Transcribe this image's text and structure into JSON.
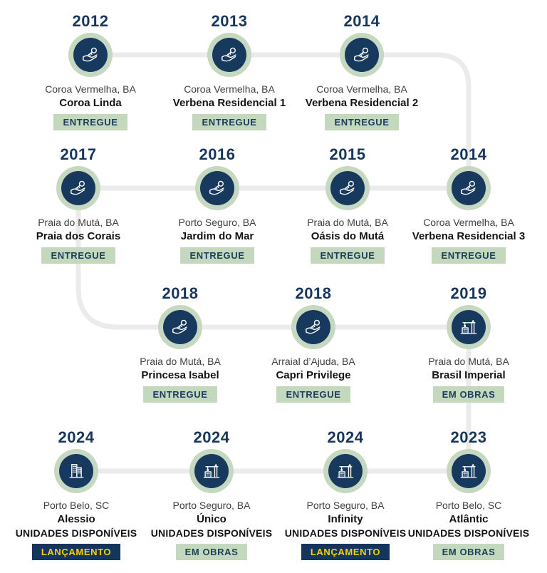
{
  "colors": {
    "navy": "#17365d",
    "circle_ring_sage": "#c7d8c1",
    "circle_fill_navy": "#17395e",
    "badge_green_bg": "#c3d8bc",
    "badge_green_text": "#1c3e5c",
    "badge_navy_bg": "#14365c",
    "badge_yellow_text": "#f4d10c",
    "connector_gray": "#ebebeb",
    "location_text": "#3f3f3f",
    "name_text": "#141414",
    "background": "#ffffff"
  },
  "timeline": {
    "items": [
      {
        "year": "2012",
        "location": "Coroa Vermelha, BA",
        "name": "Coroa Linda",
        "status": "ENTREGUE",
        "status_style": "green",
        "icon": "key-hand-icon"
      },
      {
        "year": "2013",
        "location": "Coroa Vermelha, BA",
        "name": "Verbena Residencial 1",
        "status": "ENTREGUE",
        "status_style": "green",
        "icon": "key-hand-icon"
      },
      {
        "year": "2014",
        "location": "Coroa Vermelha, BA",
        "name": "Verbena Residencial 2",
        "status": "ENTREGUE",
        "status_style": "green",
        "icon": "key-hand-icon"
      },
      {
        "year": "2017",
        "location": "Praia do Mutá, BA",
        "name": "Praia dos Corais",
        "status": "ENTREGUE",
        "status_style": "green",
        "icon": "key-hand-icon"
      },
      {
        "year": "2016",
        "location": "Porto Seguro, BA",
        "name": "Jardim do Mar",
        "status": "ENTREGUE",
        "status_style": "green",
        "icon": "key-hand-icon"
      },
      {
        "year": "2015",
        "location": "Praia do Mutá, BA",
        "name": "Oásis do Mutá",
        "status": "ENTREGUE",
        "status_style": "green",
        "icon": "key-hand-icon"
      },
      {
        "year": "2014",
        "location": "Coroa Vermelha, BA",
        "name": "Verbena Residencial 3",
        "status": "ENTREGUE",
        "status_style": "green",
        "icon": "key-hand-icon"
      },
      {
        "year": "2018",
        "location": "Praia do Mutá, BA",
        "name": "Princesa Isabel",
        "status": "ENTREGUE",
        "status_style": "green",
        "icon": "key-hand-icon"
      },
      {
        "year": "2018",
        "location": "Arraial d’Ajuda, BA",
        "name": "Capri Privilege",
        "status": "ENTREGUE",
        "status_style": "green",
        "icon": "key-hand-icon"
      },
      {
        "year": "2019",
        "location": "Praia do Mutá, BA",
        "name": "Brasil Imperial",
        "status": "EM OBRAS",
        "status_style": "green",
        "icon": "crane-icon"
      },
      {
        "year": "2024",
        "location": "Porto Belo, SC",
        "name": "Alessio",
        "units": "UNIDADES DISPONÍVEIS",
        "status": "LANÇAMENTO",
        "status_style": "navy",
        "icon": "building-icon"
      },
      {
        "year": "2024",
        "location": "Porto Seguro, BA",
        "name": "Único",
        "units": "UNIDADES DISPONÍVEIS",
        "status": "EM OBRAS",
        "status_style": "green",
        "icon": "crane-icon"
      },
      {
        "year": "2024",
        "location": "Porto Seguro, BA",
        "name": "Infinity",
        "units": "UNIDADES DISPONÍVEIS",
        "status": "LANÇAMENTO",
        "status_style": "navy",
        "icon": "crane-icon"
      },
      {
        "year": "2023",
        "location": "Porto Belo, SC",
        "name": "Atlântic",
        "units": "UNIDADES DISPONÍVEIS",
        "status": "EM OBRAS",
        "status_style": "green",
        "icon": "crane-icon"
      }
    ]
  }
}
